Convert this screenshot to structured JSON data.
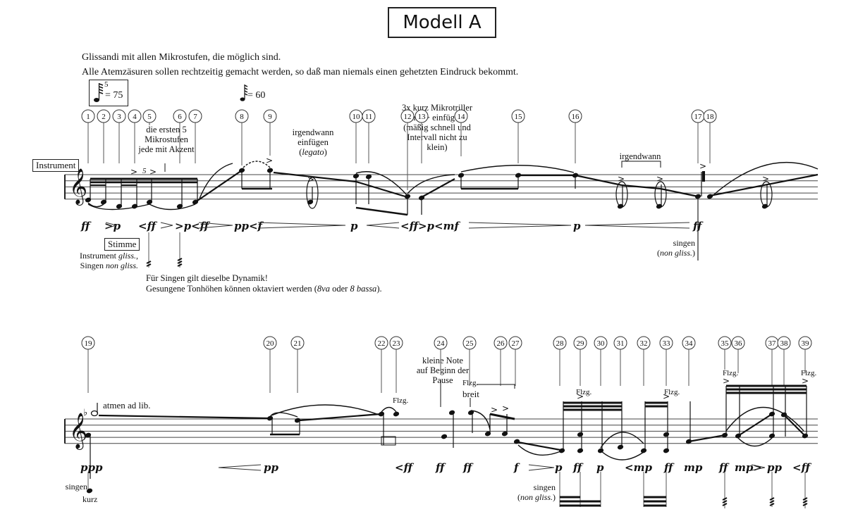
{
  "title": "Modell A",
  "instructions": [
    "Glissandi mit allen Mikrostufen, die möglich sind.",
    "Alle Atemzäsuren sollen rechtzeitig gemacht werden, so daß man niemals einen gehetzten Eindruck bekommt."
  ],
  "tempo": [
    {
      "label": "= 75",
      "tuplet": "5",
      "boxed": true
    },
    {
      "label": "= 60",
      "boxed": false
    }
  ],
  "labels": {
    "instrument": "Instrument",
    "stimme": "Stimme",
    "stimme_desc_1a": "Instrument ",
    "stimme_desc_1b": "gliss.",
    "stimme_desc_1c": ",",
    "stimme_desc_2a": "Singen ",
    "stimme_desc_2b": "non gliss.",
    "dynamics_note": "Für Singen gilt dieselbe Dynamik!",
    "octave_note_a": "Gesungene Tonhöhen können oktaviert werden (",
    "octave_note_b": "8va",
    "octave_note_c": " oder ",
    "octave_note_d": "8 bassa",
    "octave_note_e": ")."
  },
  "annotations": {
    "first5": "die ersten 5 Mikrostufen jede mit Akzent",
    "tuplet5": "5",
    "irgendwann_legato_1": "irgendwann",
    "irgendwann_legato_2": "einfügen",
    "irgendwann_legato_3": "legato",
    "mikrotriller": "3x kurz Mikrotriller mit > einfügen (mäßig schnell und Intervall nicht zu klein)",
    "irgendwann": "irgendwann",
    "singen_1": "singen",
    "non_gliss": "non gliss.",
    "atmen": "atmen ad lib.",
    "kleine_note": "kleine Note auf Beginn der Pause",
    "flzg": "Flzg.",
    "breit": "breit",
    "singen_kurz_a": "singen",
    "singen_kurz_b": "kurz",
    "singen_2": "singen"
  },
  "markers_system1": [
    "1",
    "2",
    "3",
    "4",
    "5",
    "6",
    "7",
    "8",
    "9",
    "10",
    "11",
    "12",
    "13",
    "14",
    "15",
    "16",
    "17",
    "18"
  ],
  "markers_system2": [
    "19",
    "20",
    "21",
    "22",
    "23",
    "24",
    "25",
    "26",
    "27",
    "28",
    "29",
    "30",
    "31",
    "32",
    "33",
    "34",
    "35",
    "36",
    "37",
    "38",
    "39"
  ],
  "dynamics_system1": [
    "ff",
    ">p",
    "<ff",
    ">p<ff",
    "pp<f",
    "p",
    "<ff>p<mf",
    "p",
    "ff"
  ],
  "dynamics_system2": [
    "ppp",
    "pp",
    "<ff",
    "ff",
    "ff",
    "f",
    "p",
    "ff",
    "p",
    "<mp",
    "ff",
    "mp",
    "ff",
    "mp>",
    "pp",
    "<ff"
  ]
}
